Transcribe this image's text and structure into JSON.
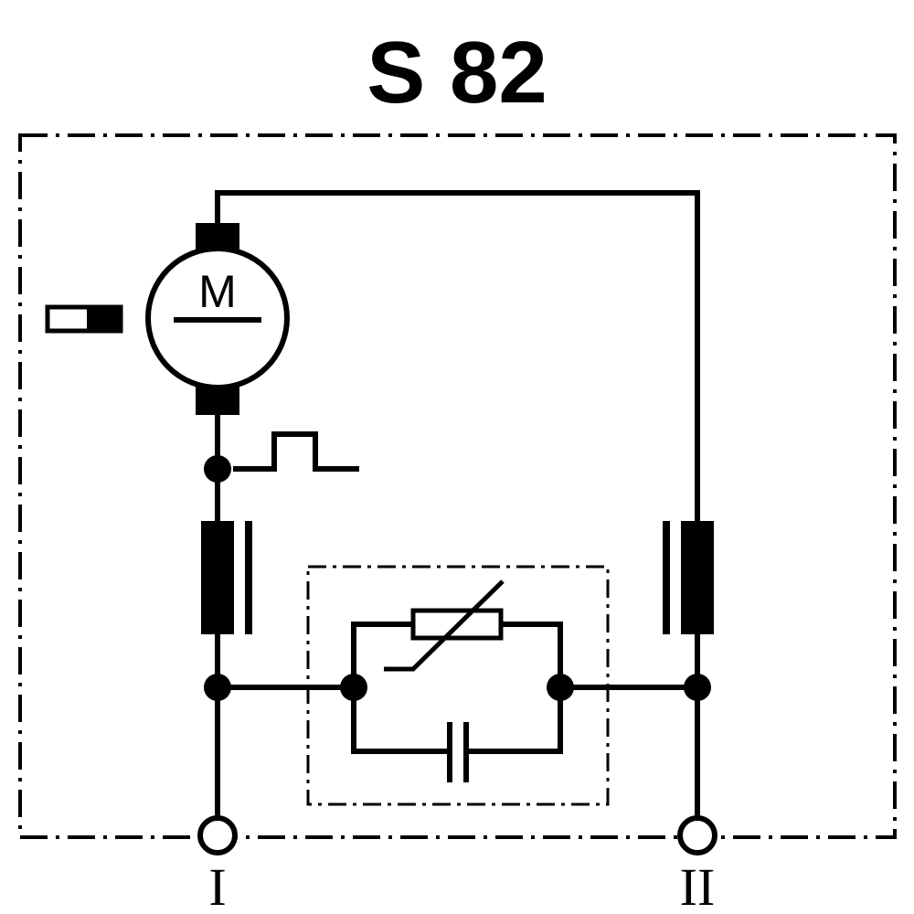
{
  "title": "S 82",
  "motor_label": "M",
  "terminals": {
    "left": "I",
    "right": "II"
  },
  "colors": {
    "ink": "#000000",
    "background": "#ffffff"
  }
}
